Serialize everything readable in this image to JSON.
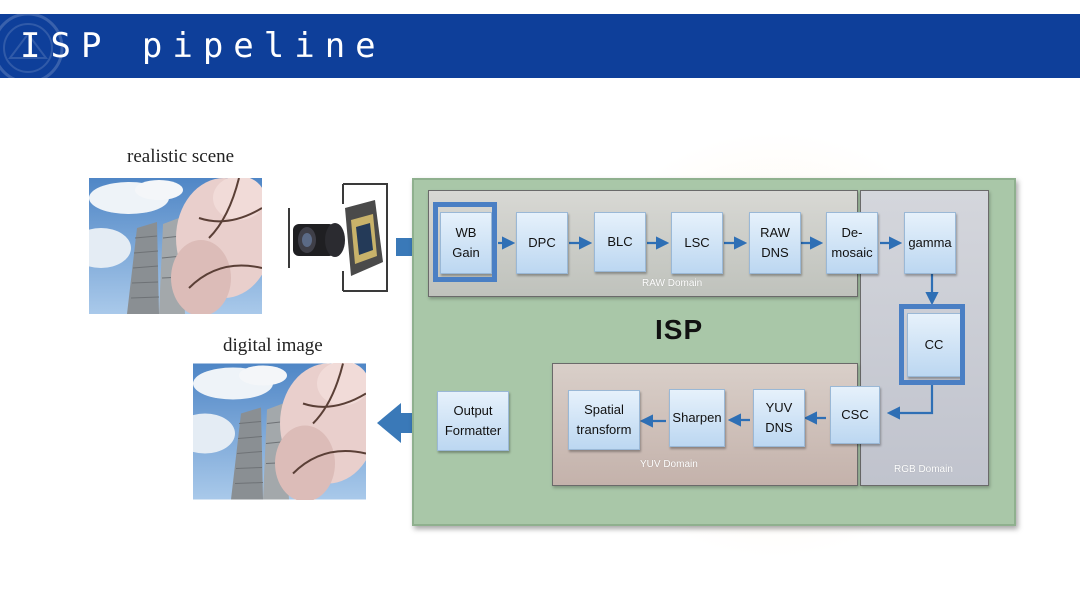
{
  "slide": {
    "title": "ISP pipeline",
    "colors": {
      "title_bar": "#0e3f9a",
      "isp_panel": "#a9c7a8",
      "block": "#cfe3f6",
      "highlight": "#4a7fc4",
      "arrow": "#2e6fb5"
    }
  },
  "diagram": {
    "input_caption": "realistic scene",
    "output_caption": "digital image",
    "isp_label": "ISP",
    "domains": {
      "raw": "RAW Domain",
      "rgb": "RGB Domain",
      "yuv": "YUV Domain"
    },
    "blocks": {
      "wb_gain": [
        "WB",
        "Gain"
      ],
      "dpc": [
        "DPC"
      ],
      "blc": [
        "BLC"
      ],
      "lsc": [
        "LSC"
      ],
      "raw_dns": [
        "RAW",
        "DNS"
      ],
      "demosaic": [
        "De-",
        "mosaic"
      ],
      "gamma": [
        "gamma"
      ],
      "cc": [
        "CC"
      ],
      "csc": [
        "CSC"
      ],
      "yuv_dns": [
        "YUV",
        "DNS"
      ],
      "sharpen": [
        "Sharpen"
      ],
      "spatial_transform": [
        "Spatial",
        "transform"
      ],
      "output_formatter": [
        "Output",
        "Formatter"
      ]
    },
    "highlighted_blocks": [
      "wb_gain",
      "cc"
    ],
    "flow_order": [
      "wb_gain",
      "dpc",
      "blc",
      "lsc",
      "raw_dns",
      "demosaic",
      "gamma",
      "cc",
      "csc",
      "yuv_dns",
      "sharpen",
      "spatial_transform",
      "output_formatter"
    ]
  }
}
